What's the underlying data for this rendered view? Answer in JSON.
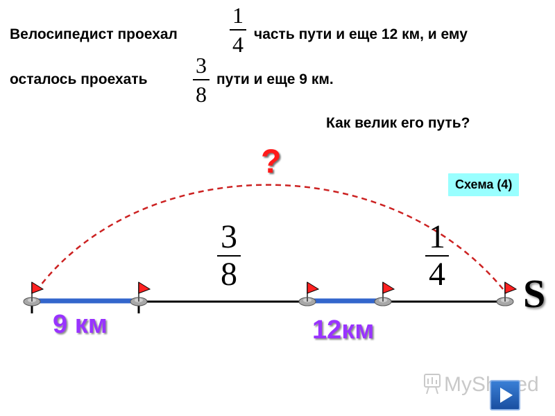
{
  "problem": {
    "line1_a": "Велосипедист проехал",
    "frac1_num": "1",
    "frac1_den": "4",
    "line1_b": "часть пути и еще 12 км, и ему",
    "line2_a": "осталось проехать",
    "frac2_num": "3",
    "frac2_den": "8",
    "line2_b": "пути и еще 9 км.",
    "question_line": "Как велик его путь?"
  },
  "scheme": {
    "question_mark": "?",
    "schema_label": "Схема (4)",
    "frac_left_num": "3",
    "frac_left_den": "8",
    "frac_right_num": "1",
    "frac_right_den": "4",
    "segment1_label": "9 км",
    "segment2_label": "12км",
    "total_label": "S",
    "colors": {
      "arc": "#cc2222",
      "segment": "#3366cc",
      "flag": "#ff2222",
      "km_text": "#9933ff",
      "schema_bg": "#99ffff"
    }
  },
  "watermark": {
    "text": "MyShared"
  },
  "nav": {
    "next_icon": "next-arrow-icon"
  }
}
